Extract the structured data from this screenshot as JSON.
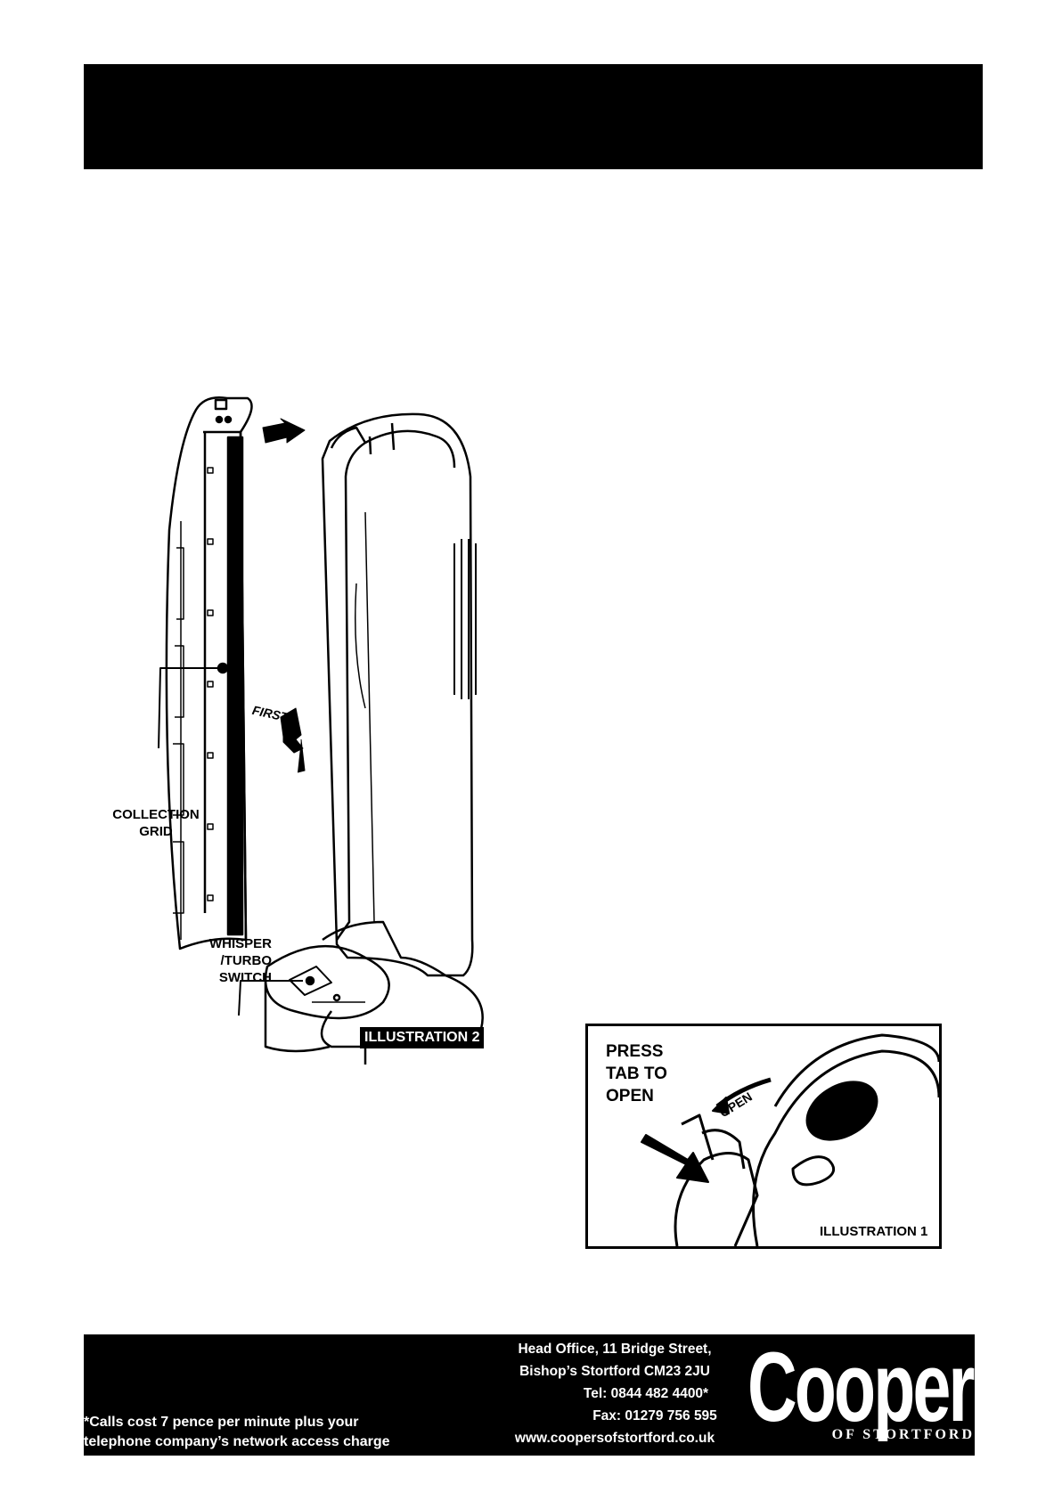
{
  "illustration2": {
    "collection_grid_label": "COLLECTION\nGRID",
    "switch_label": "WHISPER\n/TURBO\nSWITCH",
    "first_label": "FIRST",
    "tag": "ILLUSTRATION 2"
  },
  "illustration1": {
    "press_text": "PRESS\nTAB TO\nOPEN",
    "open_label": "OPEN",
    "tag": "ILLUSTRATION 1"
  },
  "footer": {
    "address": [
      "Head Office, 11 Bridge Street,",
      "Bishop’s Stortford  CM23 2JU",
      "Tel: 0844 482 4400*",
      "Fax: 01279 756 595",
      "www.coopersofstortford.co.uk"
    ],
    "calls_note": "*Calls cost 7 pence per minute plus your\ntelephone company’s  network access charge",
    "logo": "Coopers",
    "logo_sub": "OF STORTFORD"
  }
}
